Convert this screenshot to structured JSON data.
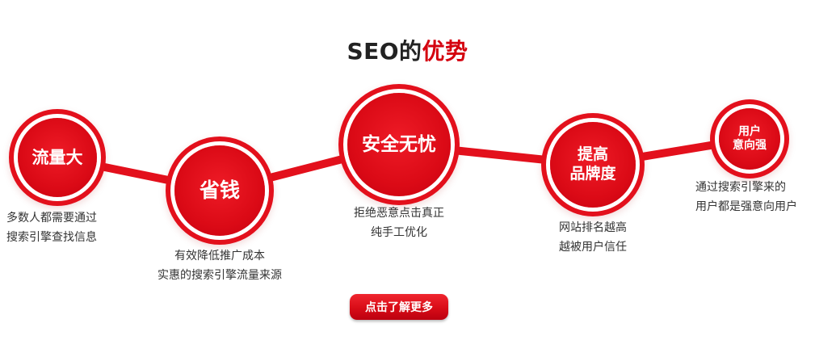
{
  "header": {
    "title_prefix": "SEO的",
    "title_accent": "优势"
  },
  "features": [
    {
      "label_lines": [
        "流量大"
      ],
      "desc_lines": [
        "多数人都需要通过",
        "搜索引擎查找信息"
      ]
    },
    {
      "label_lines": [
        "省钱"
      ],
      "desc_lines": [
        "有效降低推广成本",
        "实惠的搜索引擎流量来源"
      ]
    },
    {
      "label_lines": [
        "安全无忧"
      ],
      "desc_lines": [
        "拒绝恶意点击真正",
        "纯手工优化"
      ]
    },
    {
      "label_lines": [
        "提高",
        "品牌度"
      ],
      "desc_lines": [
        "网站排名越高",
        "越被用户信任"
      ]
    },
    {
      "label_lines": [
        "用户",
        "意向强"
      ],
      "desc_lines": [
        "通过搜索引擎来的",
        "用户都是强意向用户"
      ]
    }
  ],
  "cta": {
    "label": "点击了解更多"
  },
  "colors": {
    "accent": "#d4000e",
    "title_dark": "#222222",
    "text": "#333333",
    "background": "#ffffff"
  }
}
